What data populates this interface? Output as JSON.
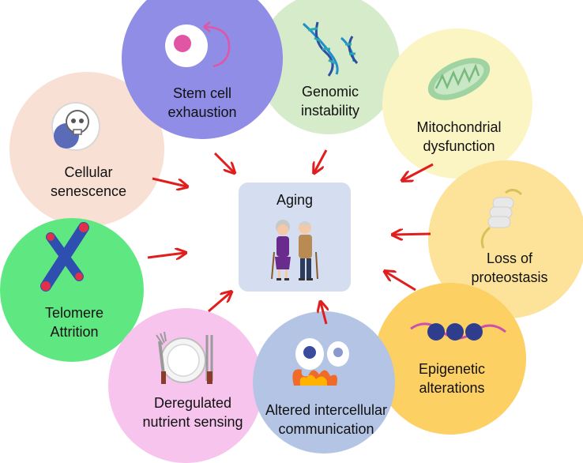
{
  "center": {
    "title": "Aging"
  },
  "hallmarks": [
    {
      "id": "stem-cell-exhaustion",
      "line1": "Stem cell",
      "line2": "exhaustion",
      "color": "#8f8de6"
    },
    {
      "id": "genomic-instability",
      "line1": "Genomic",
      "line2": "instability",
      "color": "#d5ebc9"
    },
    {
      "id": "mitochondrial-dysfunction",
      "line1": "Mitochondrial",
      "line2": "dysfunction",
      "color": "#fbf4c3"
    },
    {
      "id": "loss-of-proteostasis",
      "line1": "Loss of",
      "line2": "proteostasis",
      "color": "#fde39a"
    },
    {
      "id": "epigenetic-alterations",
      "line1": "Epigenetic",
      "line2": "alterations",
      "color": "#fcd062"
    },
    {
      "id": "altered-intercellular-communication",
      "line1": "Altered intercellular",
      "line2": "communication",
      "color": "#b4c4e4"
    },
    {
      "id": "deregulated-nutrient-sensing",
      "line1": "Deregulated",
      "line2": "nutrient sensing",
      "color": "#f7c4ee"
    },
    {
      "id": "telomere-attrition",
      "line1": "Telomere",
      "line2": "Attrition",
      "color": "#5fe882"
    },
    {
      "id": "cellular-senescence",
      "line1": "Cellular",
      "line2": "senescence",
      "color": "#f9e0d4"
    }
  ],
  "colors": {
    "arrow": "#e01e1e",
    "center_box": "#d4def0"
  }
}
